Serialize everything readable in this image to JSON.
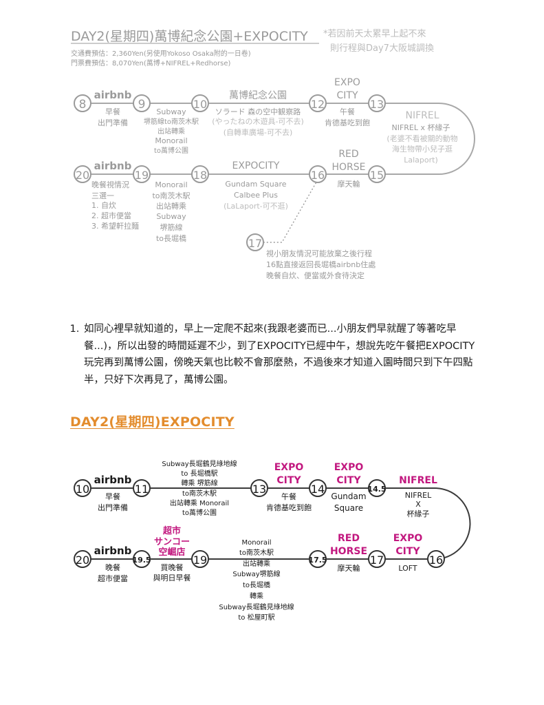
{
  "section1": {
    "title": "DAY2(星期四)萬博紀念公園+EXPOCITY",
    "note": [
      "*若因前天太累早上起不來",
      "則行程與Day7大阪城調換"
    ],
    "costs": [
      "交通費預估：2,360Yen(另使用Yokoso Osaka附的一日卷)",
      "門票費預估：8,070Yen(萬博+NIFREL+Redhorse)"
    ],
    "top_stops": [
      {
        "num": "8",
        "name": "airbnb",
        "details": [
          "早餐",
          "出門準備"
        ]
      },
      {
        "num": "9",
        "name": "",
        "details": [
          "Subway",
          "堺筋線to南茨木駅",
          "出站轉乘",
          "Monorail",
          "to萬博公園"
        ]
      },
      {
        "num": "10",
        "name": "",
        "details": []
      },
      {
        "num": "12",
        "name": "",
        "details": [
          "午餐",
          "肯德基吃到飽"
        ]
      },
      {
        "num": "13",
        "name": "",
        "details": []
      }
    ],
    "expo_park": {
      "name": "萬博紀念公園",
      "details": [
        "ソラード 森の空中観察路",
        "(やったねの木遊具-可不去)",
        "(自轉車廣場-可不去)"
      ]
    },
    "expo_city_top": [
      "EXPO",
      "CITY"
    ],
    "nifrel": {
      "name": "NIFREL",
      "details": [
        "NIFREL x 杯緣子",
        "(老婆不看被關的動物",
        "海生物帶小兒子逛",
        "Lalaport)"
      ]
    },
    "bottom_stops": [
      {
        "num": "20",
        "name": "airbnb",
        "details": [
          "晚餐視情況",
          "三選一",
          "1. 自炊",
          "2. 超市便當",
          "3. 希望軒拉麵"
        ]
      },
      {
        "num": "19",
        "name": "",
        "details": [
          "Monorail",
          "to南茨木駅",
          "出站轉乘",
          "Subway",
          "堺筋線",
          "to長堀橋"
        ]
      },
      {
        "num": "18",
        "name": "EXPOCITY",
        "details": [
          "Gundam Square",
          "Calbee Plus",
          "(LaLaport-可不逛)"
        ]
      },
      {
        "num": "16",
        "name": "",
        "details": []
      },
      {
        "num": "15",
        "name": "",
        "details": []
      }
    ],
    "red_horse": {
      "lines": [
        "RED",
        "HORSE"
      ],
      "details": [
        "摩天輪"
      ]
    },
    "optional_stop": {
      "num": "17",
      "details": [
        "視小朋友情況可能放棄之後行程",
        "16點直接返回長堀橋airbnb住處",
        "晚餐自炊、便當或外食待決定"
      ]
    }
  },
  "paragraph": {
    "number": "1.",
    "text": "如同心裡早就知道的，早上一定爬不起來(我跟老婆而已...小朋友們早就醒了等著吃早餐...)，所以出發的時間延遲不少，到了EXPOCITY已經中午，想說先吃午餐把EXPOCITY玩完再到萬博公園，傍晚天氣也比較不會那麼熱，不過後來才知道入園時間只到下午四點半，只好下次再見了，萬博公園。"
  },
  "section2": {
    "title": "DAY2(星期四)EXPOCITY",
    "top_stops": [
      {
        "num": "10",
        "name": "airbnb",
        "details": [
          "早餐",
          "出門準備"
        ]
      },
      {
        "num": "11",
        "name": "",
        "details": [
          "Subway長堀鶴見綠地線",
          "to 長堀橋駅",
          "轉乘 堺筋線",
          "to南茨木駅",
          "出站轉乘 Monorail",
          "to萬博公園"
        ]
      },
      {
        "num": "13",
        "name": "EXPO CITY",
        "lines": [
          "EXPO",
          "CITY"
        ],
        "details": [
          "午餐",
          "肯德基吃到飽"
        ]
      },
      {
        "num": "14",
        "name": "EXPO CITY",
        "lines": [
          "EXPO",
          "CITY"
        ],
        "details": [
          "Gundam",
          "Square"
        ]
      },
      {
        "num": "14.5",
        "name": "NIFREL",
        "details": [
          "NIFREL",
          "X",
          "杯緣子"
        ]
      }
    ],
    "bottom_stops": [
      {
        "num": "20",
        "name": "airbnb",
        "details": [
          "晚餐",
          "超市便當"
        ]
      },
      {
        "num": "19.5",
        "name": "超市 サンコー 空崛店",
        "lines": [
          "超市",
          "サンコー",
          "空崛店"
        ],
        "details": [
          "買晚餐",
          "與明日早餐"
        ]
      },
      {
        "num": "19",
        "name": "",
        "details": [
          "Monorail",
          "to南茨木駅",
          "出站轉乘",
          "Subway堺筋線",
          "to長堀橋",
          "轉乘",
          "Subway長堀鶴見綠地線",
          "to 松屋町駅"
        ]
      },
      {
        "num": "17.5",
        "name": "RED HORSE",
        "lines": [
          "RED",
          "HORSE"
        ],
        "details": [
          "摩天輪"
        ]
      },
      {
        "num": "17",
        "name": "",
        "details": []
      },
      {
        "num": "16",
        "name": "EXPO CITY",
        "lines": [
          "EXPO",
          "CITY"
        ],
        "details": [
          "LOFT"
        ]
      }
    ]
  },
  "colors": {
    "gray": "#9a9a9a",
    "gray_light": "#bcbcbc",
    "dark": "#1a1a1a",
    "magenta": "#c2187f",
    "orange": "#e38c2d"
  }
}
